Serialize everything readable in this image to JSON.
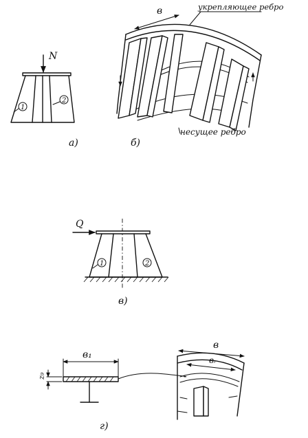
{
  "labels": {
    "force_n": "N",
    "force_q": "Q",
    "num_1": "1",
    "num_2": "2",
    "dim_b": "в",
    "dim_b1": "в₁",
    "dim_bp": "вᵣ",
    "dim_z": "z₉",
    "rib_top": "укрепляющее ребро",
    "rib_bottom": "несущее ребро",
    "cap_a": "а)",
    "cap_b": "б)",
    "cap_v": "в)",
    "cap_g": "г)"
  }
}
